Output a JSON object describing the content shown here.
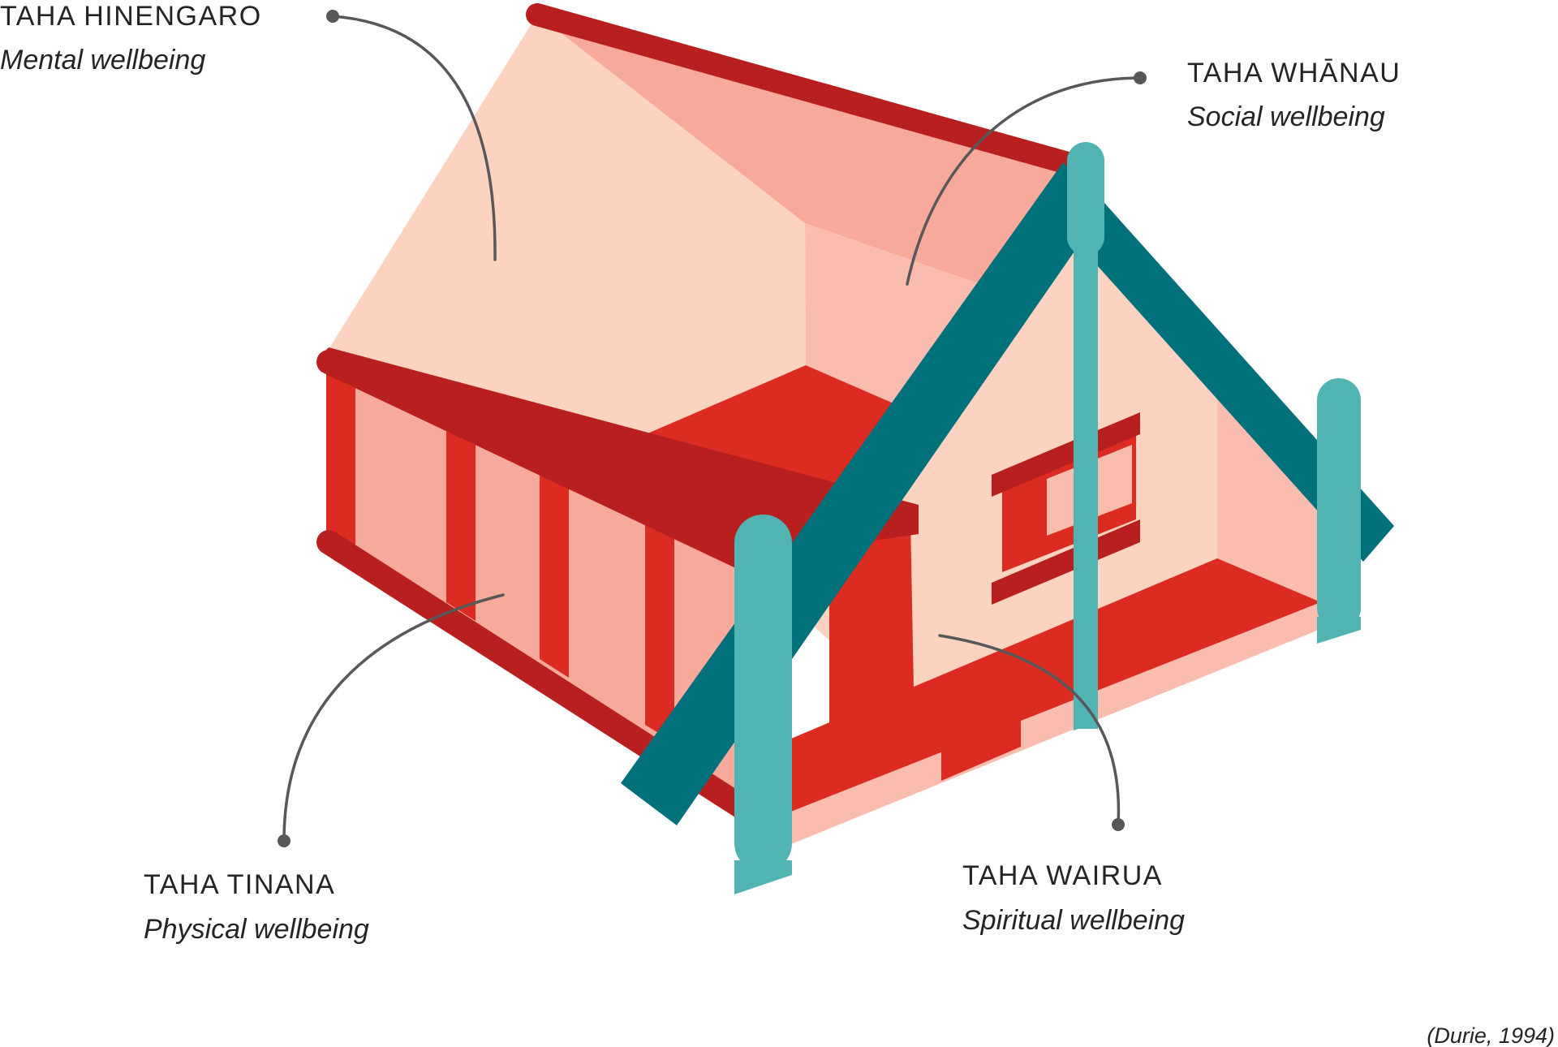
{
  "colors": {
    "roof_light": "#fbd3c0",
    "roof_mid": "#f7a99c",
    "wall_pink": "#fbbcb0",
    "dark_red": "#b8201f",
    "red": "#dc2b20",
    "teal_dark": "#00707a",
    "teal_light": "#52b3b3",
    "leader": "#58585a",
    "text": "#222426"
  },
  "labels": {
    "hinengaro": {
      "title": "TAHA HINENGARO",
      "subtitle": "Mental wellbeing"
    },
    "whanau": {
      "title": "TAHA WHĀNAU",
      "subtitle": "Social wellbeing"
    },
    "tinana": {
      "title": "TAHA TINANA",
      "subtitle": "Physical wellbeing"
    },
    "wairua": {
      "title": "TAHA WAIRUA",
      "subtitle": "Spiritual wellbeing"
    }
  },
  "citation": "(Durie, 1994)"
}
